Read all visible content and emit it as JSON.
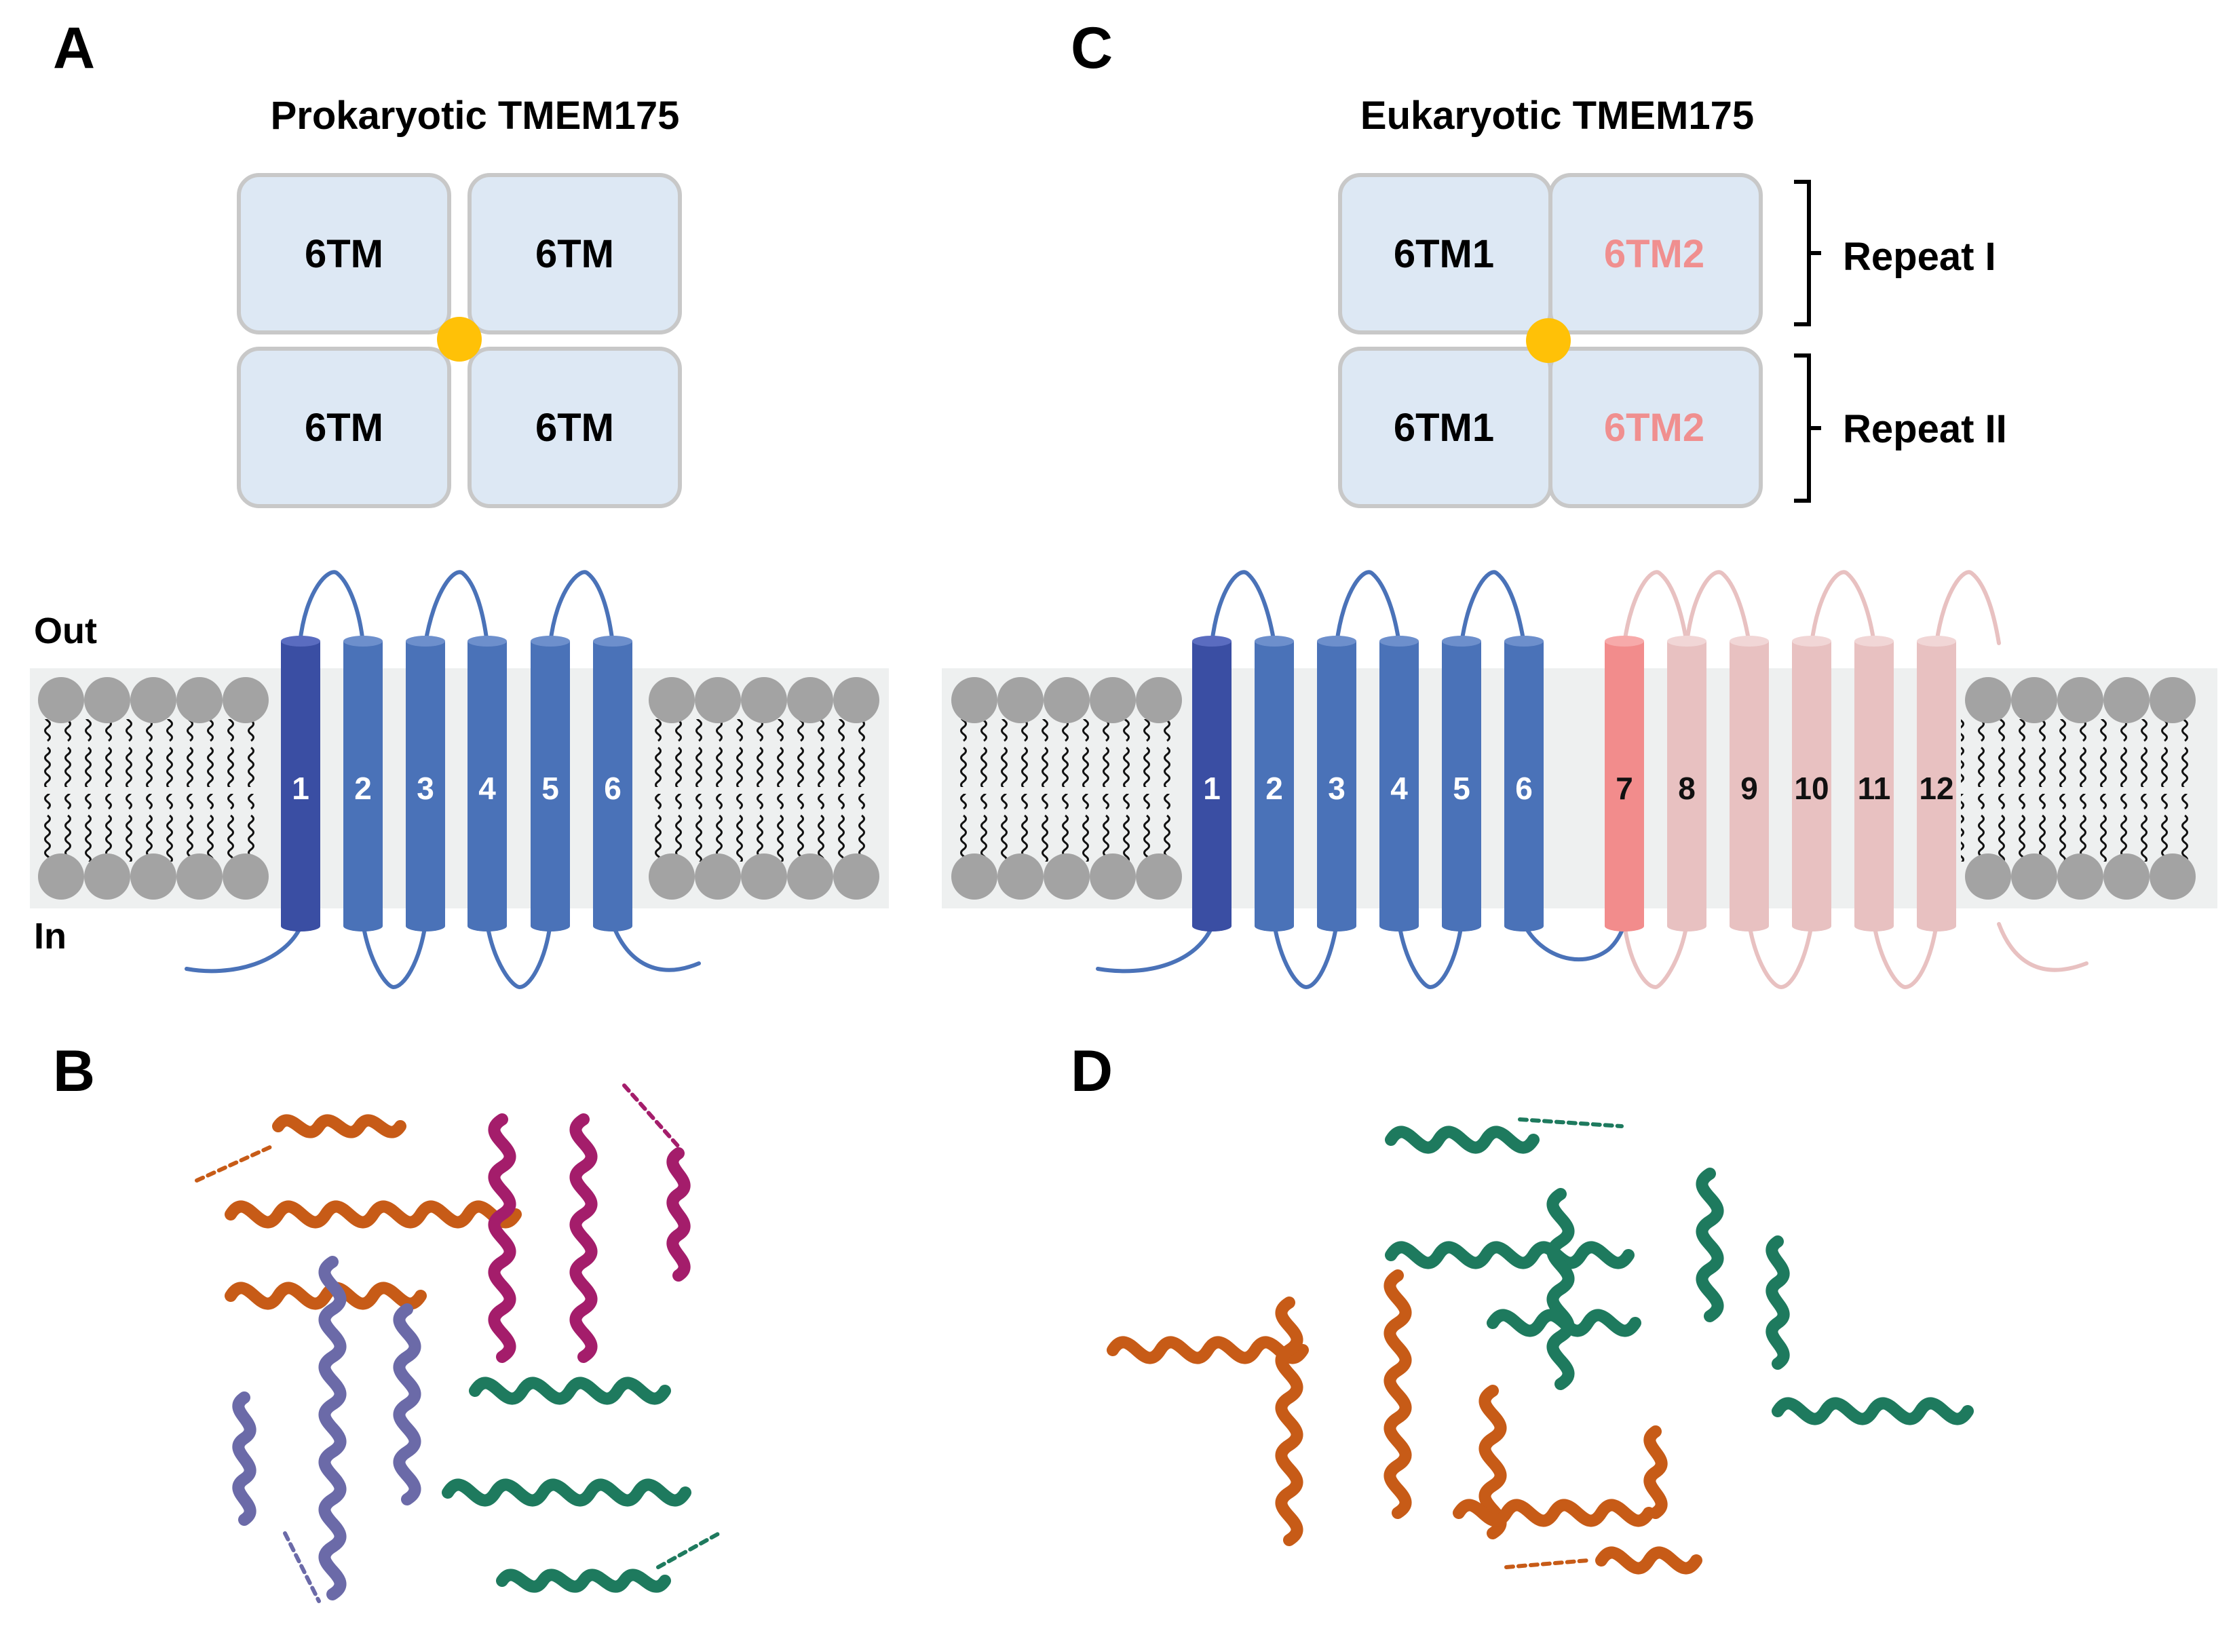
{
  "panels": {
    "A": {
      "letter": "A",
      "title": "Prokaryotic TMEM175",
      "boxes": [
        "6TM",
        "6TM",
        "6TM",
        "6TM"
      ],
      "out_label": "Out",
      "in_label": "In",
      "helices": [
        "1",
        "2",
        "3",
        "4",
        "5",
        "6"
      ]
    },
    "B": {
      "letter": "B"
    },
    "C": {
      "letter": "C",
      "title": "Eukaryotic TMEM175",
      "boxes": [
        "6TM1",
        "6TM2",
        "6TM1",
        "6TM2"
      ],
      "repeats": [
        "Repeat I",
        "Repeat II"
      ],
      "helices": [
        "1",
        "2",
        "3",
        "4",
        "5",
        "6",
        "7",
        "8",
        "9",
        "10",
        "11",
        "12"
      ]
    },
    "D": {
      "letter": "D"
    }
  },
  "colors": {
    "box_fill": "#dde8f4",
    "box_stroke": "#c8c8c8",
    "pore": "#ffc107",
    "helix_dark_blue": "#3a4ea3",
    "helix_blue": "#4a72b8",
    "helix_salmon": "#f28c8c",
    "helix_pink": "#e8c1c1",
    "pink_text": "#f08f8f",
    "lipid_head": "#a3a3a3",
    "membrane": "#eef0f0",
    "orange_chain": "#c75b17",
    "purple_chain": "#a41d6b",
    "lavender_chain": "#6b6aa8",
    "green_chain": "#1e7a5e"
  }
}
